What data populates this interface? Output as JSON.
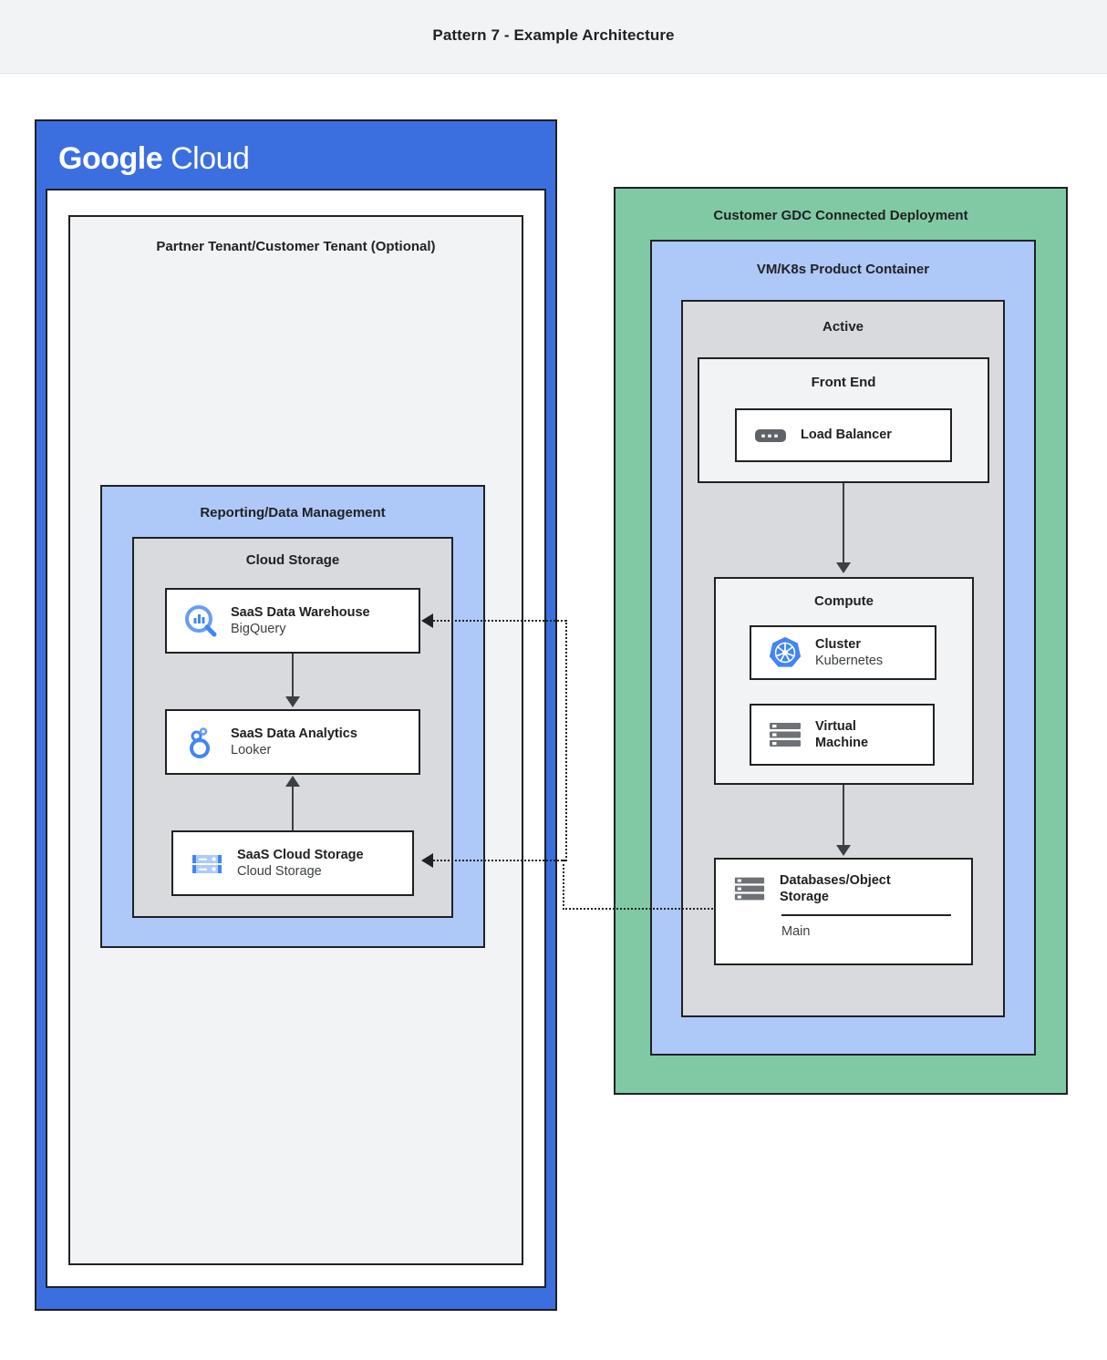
{
  "header": {
    "title": "Pattern 7 - Example Architecture"
  },
  "colors": {
    "google_blue": "#3b6fe0",
    "light_blue": "#aec8f8",
    "green": "#81c9a5",
    "gray": "#d8dade",
    "light_gray": "#f1f3f4",
    "outline": "#202124"
  },
  "google_cloud": {
    "logo_primary": "Google",
    "logo_secondary": "Cloud",
    "tenant": {
      "title": "Partner Tenant/Customer Tenant (Optional)",
      "reporting": {
        "title": "Reporting/Data Management",
        "cloud_storage_group": {
          "title": "Cloud Storage",
          "cards": [
            {
              "title": "SaaS Data Warehouse",
              "subtitle": "BigQuery",
              "icon": "bigquery-icon"
            },
            {
              "title": "SaaS Data Analytics",
              "subtitle": "Looker",
              "icon": "looker-icon"
            },
            {
              "title": "SaaS Cloud Storage",
              "subtitle": "Cloud Storage",
              "icon": "cloud-storage-icon"
            }
          ]
        }
      }
    }
  },
  "gdc": {
    "title": "Customer GDC Connected Deployment",
    "product_container": {
      "title": "VM/K8s Product Container",
      "active": {
        "title": "Active",
        "front_end": {
          "title": "Front End",
          "card": {
            "title": "Load Balancer",
            "icon": "load-balancer-icon"
          }
        },
        "compute": {
          "title": "Compute",
          "cards": [
            {
              "title": "Cluster",
              "subtitle": "Kubernetes",
              "icon": "kubernetes-icon"
            },
            {
              "title": "Virtual",
              "subtitle": "Machine",
              "icon": "virtual-machine-icon"
            }
          ]
        },
        "database": {
          "title_line1": "Databases/Object",
          "title_line2": "Storage",
          "subtitle": "Main",
          "icon": "database-icon"
        }
      }
    }
  },
  "connectors": [
    {
      "name": "frontend-to-compute",
      "style": "solid",
      "direction": "down"
    },
    {
      "name": "compute-to-database",
      "style": "solid",
      "direction": "down"
    },
    {
      "name": "warehouse-to-analytics",
      "style": "solid",
      "direction": "down"
    },
    {
      "name": "storage-to-analytics",
      "style": "solid",
      "direction": "up"
    },
    {
      "name": "database-to-warehouse",
      "style": "dotted",
      "direction": "left"
    },
    {
      "name": "database-to-cloud-storage",
      "style": "dotted",
      "direction": "left"
    }
  ]
}
